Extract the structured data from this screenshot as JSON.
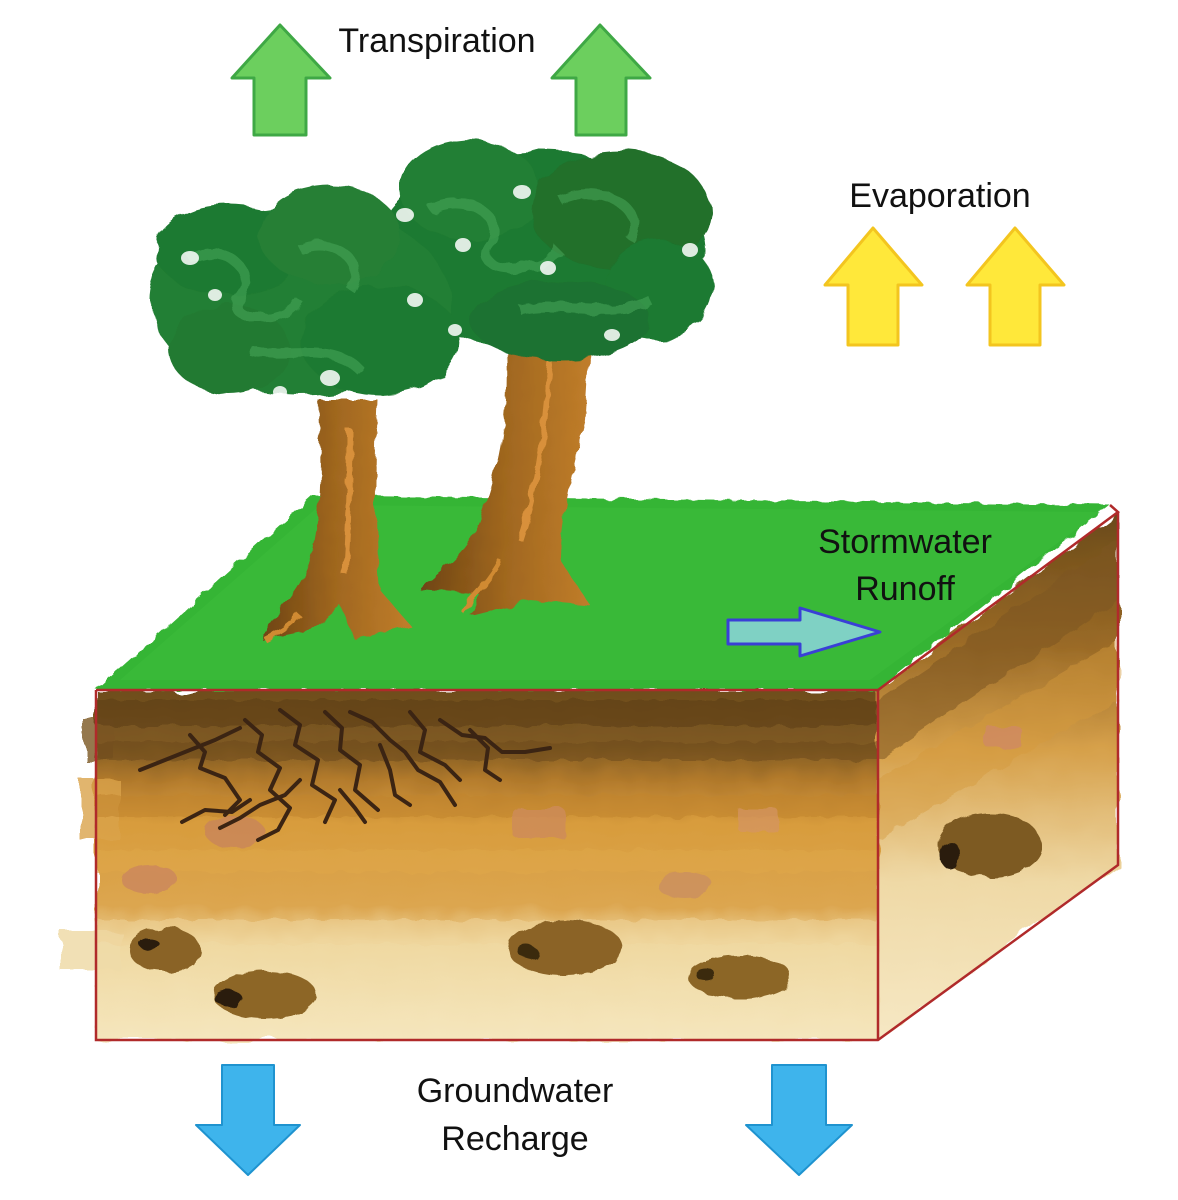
{
  "labels": {
    "transpiration": "Transpiration",
    "evaporation": "Evaporation",
    "stormwater_line1": "Stormwater",
    "stormwater_line2": "Runoff",
    "groundwater_line1": "Groundwater",
    "groundwater_line2": "Recharge"
  },
  "colors": {
    "transpiration_arrow": "#6ccf5e",
    "evaporation_arrow": "#ffe83a",
    "runoff_arrow": "#7fd1c4",
    "recharge_arrow": "#3eb4ec",
    "grass": "#33b533",
    "topsoil": "#7a5a22",
    "subsoil": "#d79a3a",
    "bedrock": "#f3e3b6",
    "foliage": "#1f7a30",
    "trunk": "#8a5a1c",
    "outline": "#b02a2a"
  }
}
